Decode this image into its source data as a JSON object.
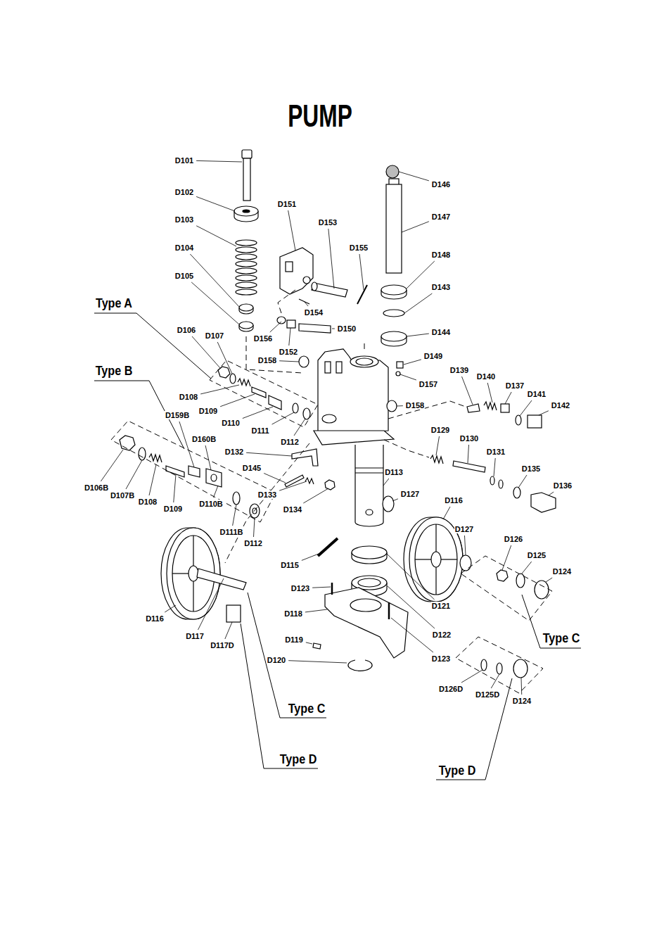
{
  "diagram": {
    "title": "PUMP",
    "labels": [
      "D101",
      "D102",
      "D103",
      "D104",
      "D105",
      "D151",
      "D153",
      "D155",
      "D146",
      "D147",
      "D148",
      "D143",
      "D144",
      "Type A",
      "D106",
      "D107",
      "D154",
      "D156",
      "D152",
      "D150",
      "D149",
      "D157",
      "Type B",
      "D158",
      "D108",
      "D109",
      "D110",
      "D111",
      "D112",
      "D139",
      "D140",
      "D137",
      "D141",
      "D142",
      "D158",
      "D159B",
      "D160B",
      "D132",
      "D129",
      "D130",
      "D131",
      "D135",
      "D136",
      "D145",
      "D113",
      "D106B",
      "D107B",
      "D108",
      "D109",
      "D110B",
      "D133",
      "D134",
      "D127",
      "D116",
      "D111B",
      "D112",
      "D127",
      "D126",
      "D125",
      "D124",
      "D115",
      "D123",
      "D118",
      "D121",
      "D122",
      "D116",
      "D117",
      "D117D",
      "D119",
      "D123",
      "Type C",
      "D120",
      "D126D",
      "D125D",
      "D124",
      "Type C",
      "Type D",
      "Type D"
    ]
  }
}
